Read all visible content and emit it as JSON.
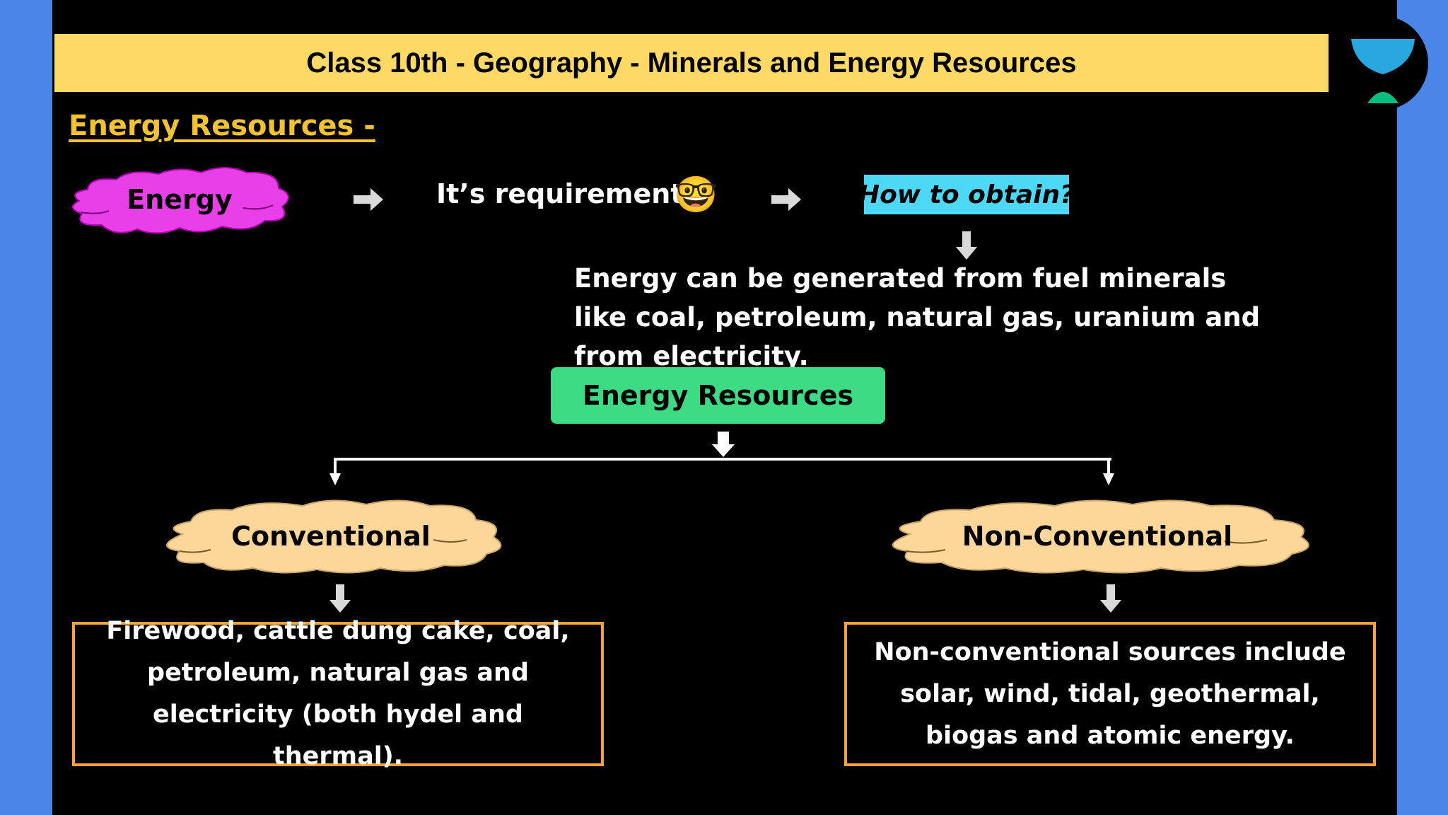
{
  "header": {
    "title": "Class 10th - Geography - Minerals and Energy Resources"
  },
  "logo": {
    "icon": "unacademy-logo-icon"
  },
  "section": {
    "heading": "Energy Resources -"
  },
  "flow": {
    "energy_label": "Energy",
    "requirement_label": "It’s  requirement",
    "requirement_emoji": "🤓",
    "question_label": "How to obtain?",
    "explanation": "Energy can be generated from fuel minerals like coal, petroleum, natural gas, uranium and from electricity."
  },
  "tree": {
    "root_label": "Energy Resources",
    "conventional": {
      "label": "Conventional",
      "description": "Firewood, cattle dung cake, coal, petroleum, natural gas and electricity (both hydel and thermal)."
    },
    "non_conventional": {
      "label": "Non-Conventional",
      "description": "Non-conventional sources include solar, wind, tidal, geothermal, biogas and atomic energy."
    }
  },
  "colors": {
    "background": "#000000",
    "side_border": "#4a86e8",
    "title_bar": "#ffd966",
    "heading": "#f1c232",
    "energy_cloud": "#e93fe9",
    "question_highlight": "#4dd8f5",
    "root_box": "#3ddc84",
    "category_cloud": "#fdd69a",
    "desc_border": "#f6a23b",
    "arrow": "#d9d9d9"
  }
}
